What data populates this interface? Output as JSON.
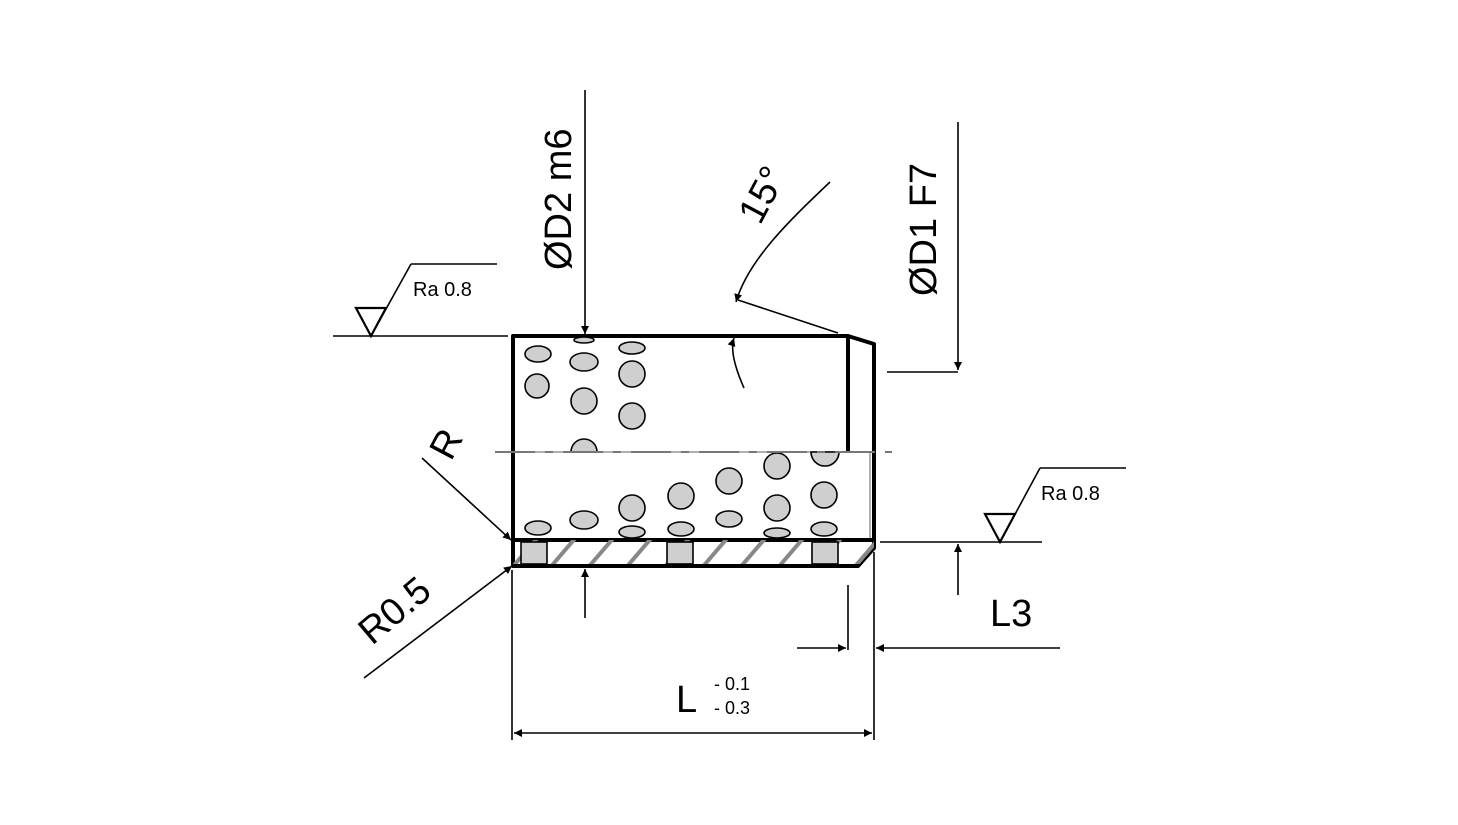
{
  "drawing": {
    "labels": {
      "d2": "ØD2 m6",
      "d1": "ØD1 F7",
      "angle": "15°",
      "radius_r": "R",
      "radius_r05": "R0.5",
      "length": "L",
      "length_tol_upper": "- 0.1",
      "length_tol_lower": "- 0.3",
      "l3": "L3"
    },
    "surface_finish": {
      "top_left": "Ra 0.8",
      "right": "Ra 0.8"
    }
  }
}
